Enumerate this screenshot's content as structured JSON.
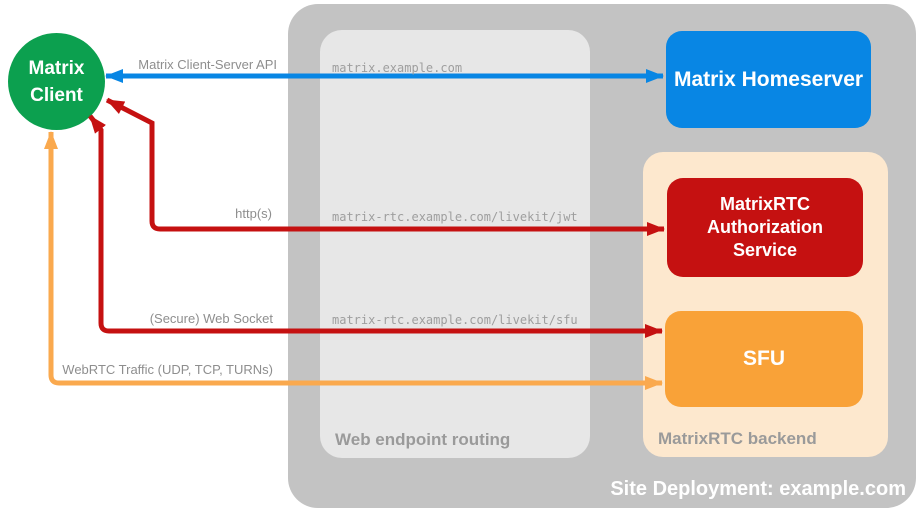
{
  "colors": {
    "green": "#0ca04f",
    "blue": "#0886e4",
    "red": "#c51111",
    "orange": "#f9a238",
    "orange_arrow": "#faa94e",
    "backend_bg": "#fde8ce",
    "gray_container": "#c3c3c3",
    "routing_bg": "#e7e7e7",
    "label_gray": "#8e8e8e",
    "zone_label_gray": "#9a9a9a",
    "url_gray": "#9e9e9e"
  },
  "containers": {
    "site": {
      "label": "Site Deployment: example.com"
    },
    "routing": {
      "label": "Web endpoint routing"
    },
    "backend": {
      "label": "MatrixRTC backend"
    }
  },
  "nodes": {
    "client": {
      "line1": "Matrix",
      "line2": "Client"
    },
    "homeserver": {
      "label": "Matrix Homeserver"
    },
    "auth": {
      "line1": "MatrixRTC",
      "line2": "Authorization",
      "line3": "Service"
    },
    "sfu": {
      "label": "SFU"
    }
  },
  "edges": {
    "client_server_api": {
      "label": "Matrix Client-Server API",
      "route": "matrix.example.com"
    },
    "http": {
      "label": "http(s)",
      "route": "matrix-rtc.example.com/livekit/jwt"
    },
    "websocket": {
      "label": "(Secure) Web Socket",
      "route": "matrix-rtc.example.com/livekit/sfu"
    },
    "webrtc": {
      "label": "WebRTC Traffic (UDP, TCP, TURNs)"
    }
  }
}
